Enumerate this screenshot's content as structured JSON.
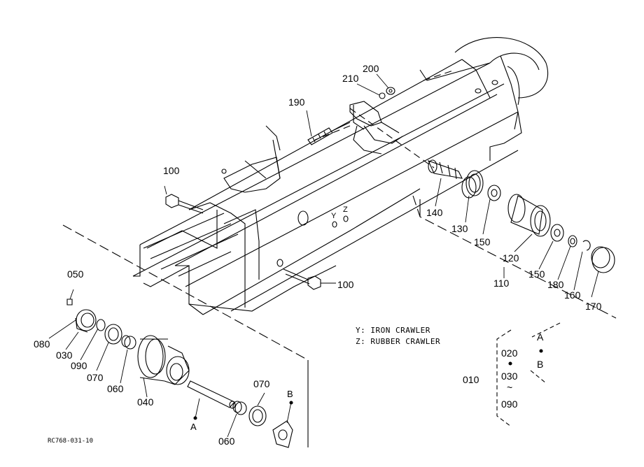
{
  "diagram": {
    "parts": [
      {
        "id": "p050",
        "text": "050"
      },
      {
        "id": "p080",
        "text": "080"
      },
      {
        "id": "p030",
        "text": "030"
      },
      {
        "id": "p090",
        "text": "090"
      },
      {
        "id": "p070a",
        "text": "070"
      },
      {
        "id": "p060a",
        "text": "060"
      },
      {
        "id": "p040",
        "text": "040"
      },
      {
        "id": "p060b",
        "text": "060"
      },
      {
        "id": "p070b",
        "text": "070"
      },
      {
        "id": "p100a",
        "text": "100"
      },
      {
        "id": "p100b",
        "text": "100"
      },
      {
        "id": "p190",
        "text": "190"
      },
      {
        "id": "p210",
        "text": "210"
      },
      {
        "id": "p200",
        "text": "200"
      },
      {
        "id": "p140",
        "text": "140"
      },
      {
        "id": "p130",
        "text": "130"
      },
      {
        "id": "p150a",
        "text": "150"
      },
      {
        "id": "p120",
        "text": "120"
      },
      {
        "id": "p110",
        "text": "110"
      },
      {
        "id": "p150b",
        "text": "150"
      },
      {
        "id": "p180",
        "text": "180"
      },
      {
        "id": "p160",
        "text": "160"
      },
      {
        "id": "p170",
        "text": "170"
      },
      {
        "id": "p010",
        "text": "010"
      }
    ],
    "markers": {
      "a": "A",
      "b": "B",
      "y": "Y",
      "z": "Z"
    },
    "legend": {
      "y_line": "Y:  IRON CRAWLER",
      "z_line": "Z:  RUBBER CRAWLER"
    },
    "group_010": {
      "r1": "020",
      "r2": "030",
      "tilde": "~",
      "r3": "090",
      "a": "A",
      "b": "B"
    },
    "drawing_code": "RC768-031-10"
  }
}
